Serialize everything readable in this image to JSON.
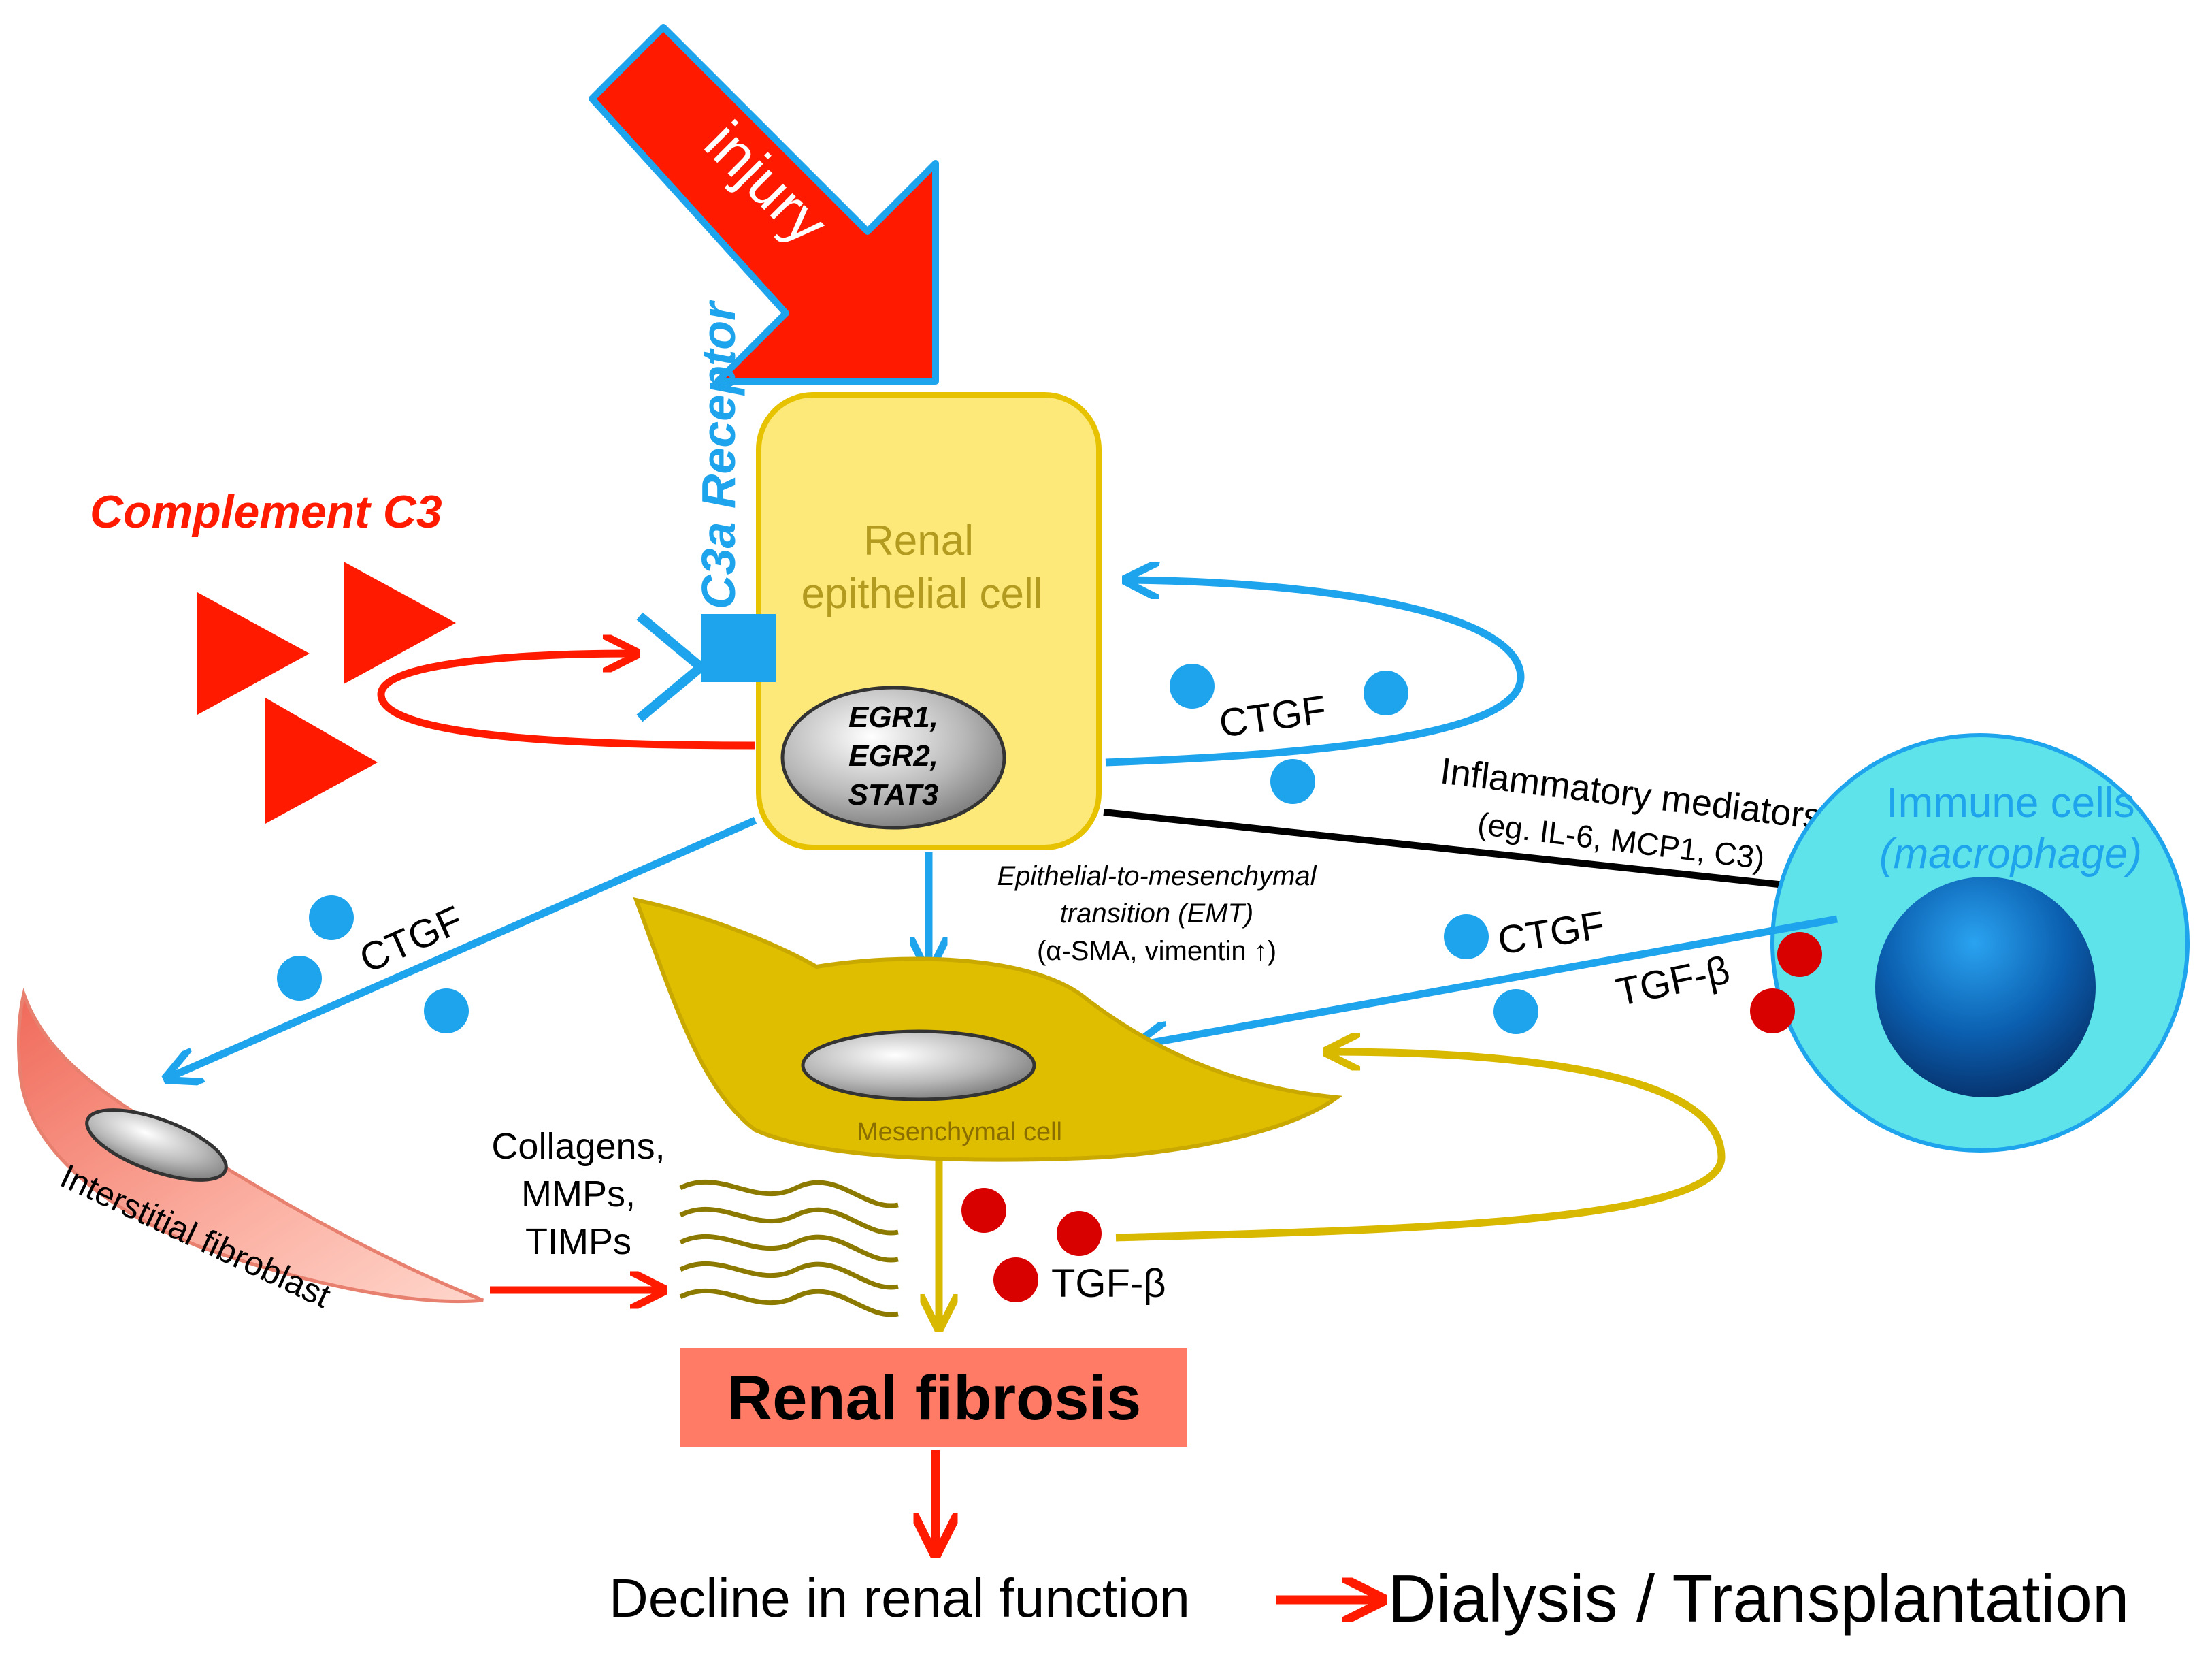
{
  "colors": {
    "injury_red": "#ff1a00",
    "cell_yellow": "#fde97a",
    "cell_yellow_border": "#e6c200",
    "mesenchymal_gold": "#d9b800",
    "ctgf_blue": "#1ea4ec",
    "tgf_red": "#d90000",
    "immune_cyan": "#5fe3ea",
    "fibroblast_pink": "#f8a090",
    "fibrosis_box": "#ff7b66"
  },
  "labels": {
    "injury": "injury",
    "complement": "Complement C3",
    "receptor": "C3a Receptor",
    "renal_cell_line1": "Renal",
    "renal_cell_line2": "epithelial cell",
    "nucleus_line1": "EGR1,",
    "nucleus_line2": "EGR2,",
    "nucleus_line3": "STAT3",
    "ctgf": "CTGF",
    "inflammatory_line1": "Inflammatory mediators",
    "inflammatory_line2": "(eg. IL-6, MCP1, C3)",
    "immune_line1": "Immune cells",
    "immune_line2": "(macrophage)",
    "emt_line1": "Epithelial-to-mesenchymal",
    "emt_line2": "transition (EMT)",
    "emt_line3": "(α-SMA, vimentin ↑)",
    "tgf": "TGF-β",
    "mesenchymal": "Mesenchymal cell",
    "fibroblast": "Interstitial fibroblast",
    "ecm_line1": "Collagens,",
    "ecm_line2": "MMPs,",
    "ecm_line3": "TIMPs",
    "fibrosis": "Renal fibrosis",
    "decline": "Decline in renal function",
    "dialysis": "Dialysis / Transplantation"
  },
  "icons": [
    "injury-arrow",
    "complement-triangle",
    "receptor-square",
    "ctgf-dot",
    "tgf-dot",
    "arrow-icon"
  ]
}
